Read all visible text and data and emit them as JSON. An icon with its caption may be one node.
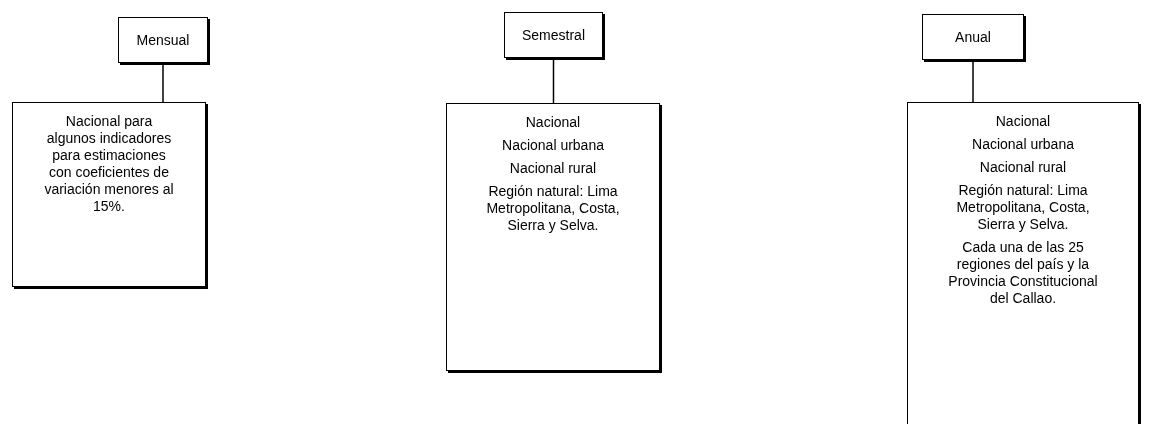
{
  "diagram": {
    "nodes": [
      {
        "text": [
          "Mensual"
        ]
      },
      {
        "text": [
          "Nacional para algunos indicadores para estimaciones con coeficientes de variación menores al 15%."
        ]
      },
      {
        "text": [
          "Semestral"
        ]
      },
      {
        "text": [
          "Nacional",
          "Nacional urbana",
          "Nacional rural",
          "Región natural: Lima Metropolitana, Costa, Sierra y Selva."
        ]
      },
      {
        "text": [
          "Anual"
        ]
      },
      {
        "text": [
          "Nacional",
          "Nacional urbana",
          "Nacional rural",
          "Región natural: Lima Metropolitana, Costa, Sierra y Selva.",
          "Cada una de las 25 regiones del país y la Provincia Constitucional del Callao."
        ]
      }
    ],
    "edges": [
      {
        "from": 0,
        "to": 1,
        "arrow": "none"
      },
      {
        "from": 2,
        "to": 3,
        "arrow": "none"
      },
      {
        "from": 4,
        "to": 5,
        "arrow": "none"
      }
    ]
  }
}
